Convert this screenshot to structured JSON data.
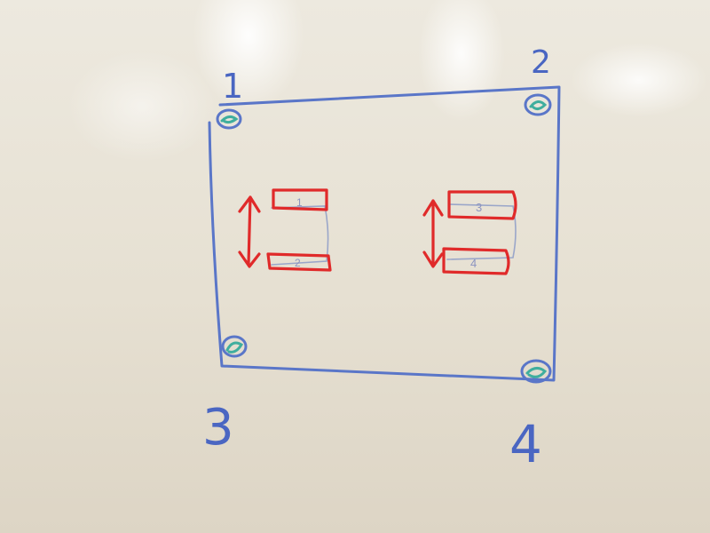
{
  "whiteboard": {
    "corner_labels": [
      "1",
      "2",
      "3",
      "4"
    ],
    "shim_labels": [
      "1",
      "2",
      "3",
      "4"
    ],
    "colors": {
      "outline": "#5a76c8",
      "blocks": "#e02a2a",
      "screws": "#3fae9e",
      "board": "#ebe6da"
    }
  }
}
